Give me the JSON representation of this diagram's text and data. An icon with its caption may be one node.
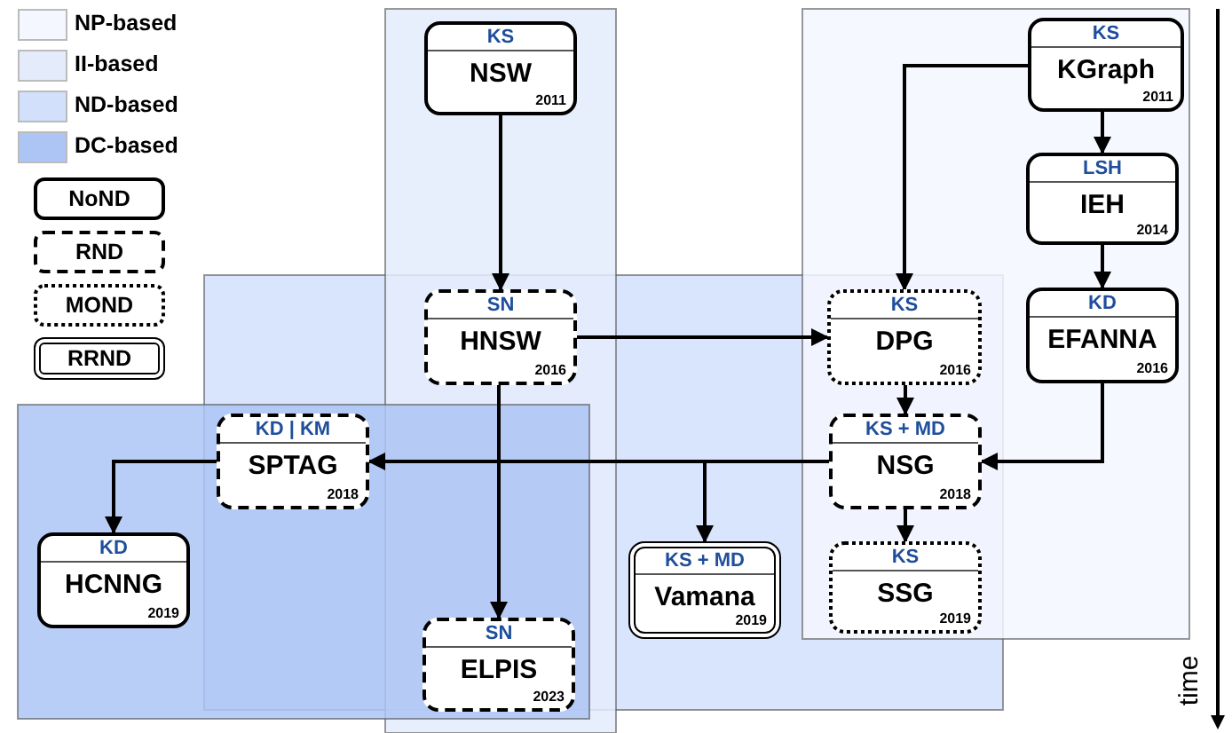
{
  "diagram": {
    "nodes": [
      {
        "text": [
          "KS",
          "NSW",
          "2011"
        ]
      },
      {
        "text": [
          "KS",
          "KGraph",
          "2011"
        ]
      },
      {
        "text": [
          "LSH",
          "IEH",
          "2014"
        ]
      },
      {
        "text": [
          "SN",
          "HNSW",
          "2016"
        ]
      },
      {
        "text": [
          "KS",
          "DPG",
          "2016"
        ]
      },
      {
        "text": [
          "KD",
          "EFANNA",
          "2016"
        ]
      },
      {
        "text": [
          "KD | KM",
          "SPTAG",
          "2018"
        ]
      },
      {
        "text": [
          "KS + MD",
          "NSG",
          "2018"
        ]
      },
      {
        "text": [
          "KD",
          "HCNNG",
          "2019"
        ]
      },
      {
        "text": [
          "KS + MD",
          "Vamana",
          "2019"
        ]
      },
      {
        "text": [
          "KS",
          "SSG",
          "2019"
        ]
      },
      {
        "text": [
          "SN",
          "ELPIS",
          "2023"
        ]
      }
    ],
    "edges": [
      {
        "from": 0,
        "to": 3,
        "arrow": "to"
      },
      {
        "from": 1,
        "to": 4,
        "arrow": "to"
      },
      {
        "from": 1,
        "to": 2,
        "arrow": "to"
      },
      {
        "from": 2,
        "to": 5,
        "arrow": "to"
      },
      {
        "from": 3,
        "to": 4,
        "arrow": "to"
      },
      {
        "from": 3,
        "to": 11,
        "arrow": "to"
      },
      {
        "from": 4,
        "to": 7,
        "arrow": "to"
      },
      {
        "from": 5,
        "to": 7,
        "arrow": "to"
      },
      {
        "from": 7,
        "to": 6,
        "arrow": "to"
      },
      {
        "from": 7,
        "to": 9,
        "arrow": "to"
      },
      {
        "from": 6,
        "to": 8,
        "arrow": "to"
      },
      {
        "from": 7,
        "to": 10,
        "arrow": "to"
      }
    ],
    "labels": [
      "time"
    ],
    "legend": [
      {
        "text": "NP-based",
        "color": "#f4f7ff"
      },
      {
        "text": "II-based",
        "color": "#e4ecfc"
      },
      {
        "text": "ND-based",
        "color": "#d2e0fb"
      },
      {
        "text": "DC-based",
        "color": "#adc5f5"
      },
      {
        "text": "NoND"
      },
      {
        "text": "RND"
      },
      {
        "text": "MOND"
      },
      {
        "text": "RRND"
      }
    ]
  }
}
